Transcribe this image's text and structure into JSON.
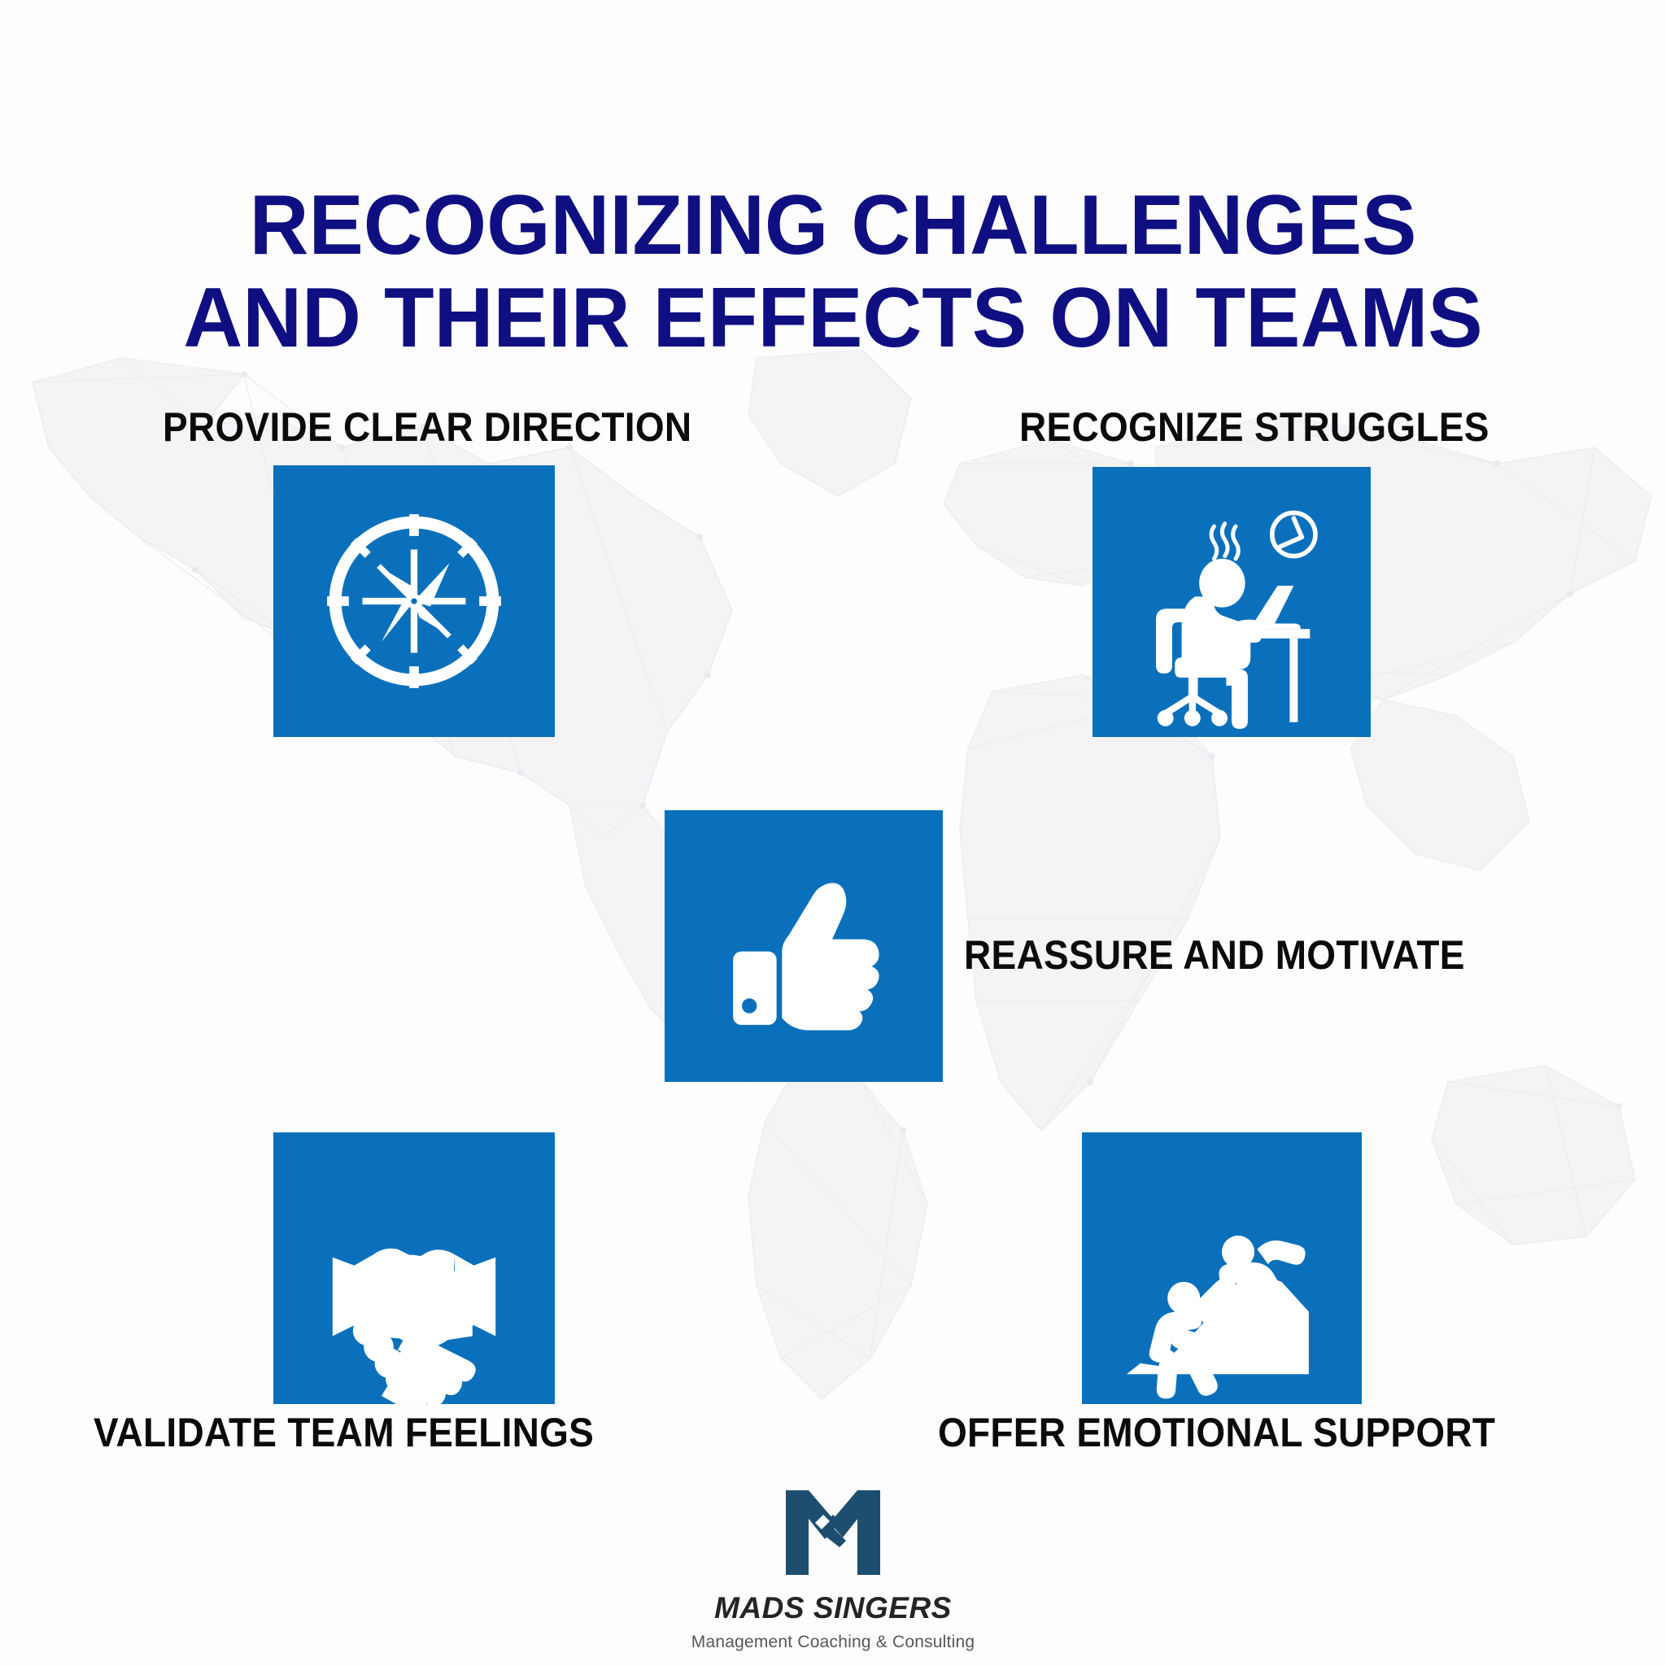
{
  "page": {
    "background_color": "#fdfdfe",
    "accent_blue": "#0a70bc",
    "title_navy": "#0f0f82",
    "label_black": "#0b0b0b",
    "logo_navy": "#1d4e6f"
  },
  "title": {
    "line1": "RECOGNIZING CHALLENGES",
    "line2": "AND THEIR EFFECTS ON TEAMS"
  },
  "items": [
    {
      "id": "provide-clear-direction",
      "label": "PROVIDE CLEAR DIRECTION",
      "icon": "compass-icon"
    },
    {
      "id": "recognize-struggles",
      "label": "RECOGNIZE STRUGGLES",
      "icon": "stressed-worker-desk-icon"
    },
    {
      "id": "reassure-and-motivate",
      "label": "REASSURE AND MOTIVATE",
      "icon": "thumbs-up-icon"
    },
    {
      "id": "validate-team-feelings",
      "label": "VALIDATE TEAM FEELINGS",
      "icon": "handshake-icon"
    },
    {
      "id": "offer-emotional-support",
      "label": "OFFER EMOTIONAL SUPPORT",
      "icon": "helping-hand-climbers-icon"
    }
  ],
  "logo": {
    "mark": "m-monogram-icon",
    "name": "MADS SINGERS",
    "tagline": "Management Coaching & Consulting"
  },
  "background": {
    "watermark": "world-map-lowpoly-watermark"
  }
}
